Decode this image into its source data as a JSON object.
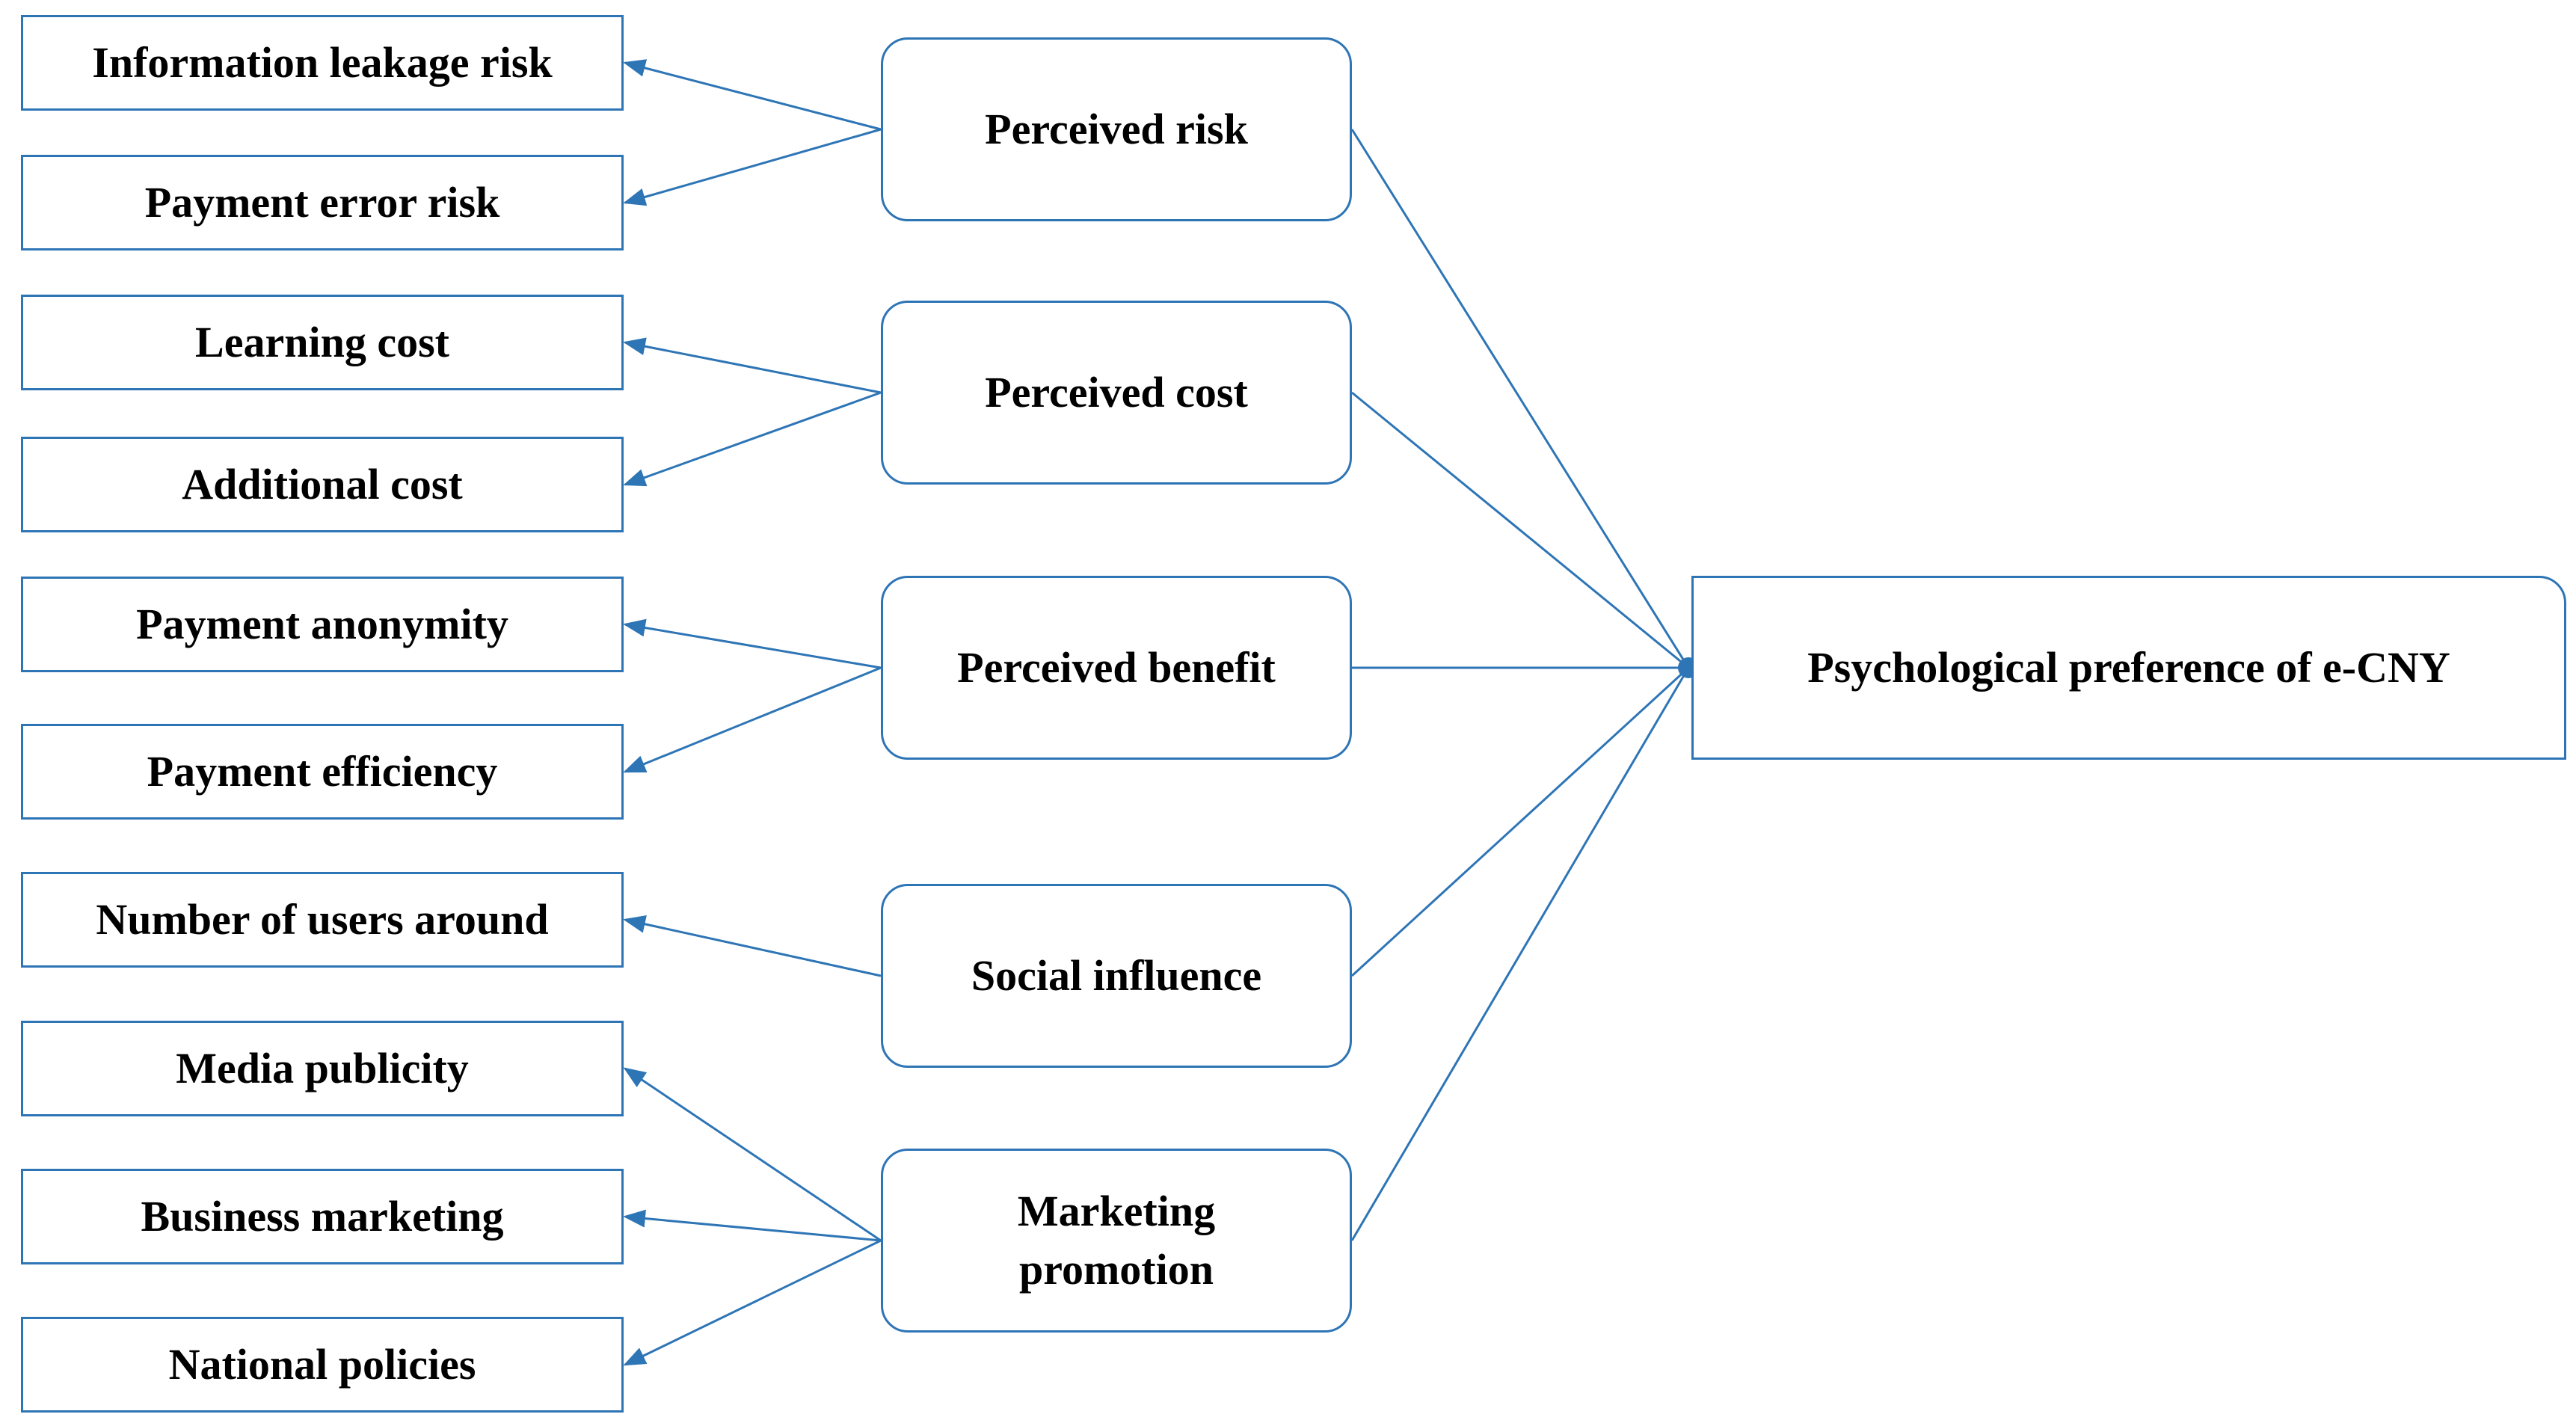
{
  "colors": {
    "line": "#2E75B6",
    "box_border": "#2E75B6",
    "text": "#000000",
    "background": "#ffffff"
  },
  "outcome": {
    "label": "Psychological preference of e-CNY"
  },
  "factors": [
    {
      "label": "Perceived risk",
      "indicators": [
        "Information leakage risk",
        "Payment error risk"
      ]
    },
    {
      "label": "Perceived cost",
      "indicators": [
        "Learning cost",
        "Additional cost"
      ]
    },
    {
      "label": "Perceived benefit",
      "indicators": [
        "Payment anonymity",
        "Payment efficiency"
      ]
    },
    {
      "label": "Social influence",
      "indicators": [
        "Number of users around"
      ]
    },
    {
      "label": "Marketing promotion",
      "indicators": [
        "Media publicity",
        "Business marketing",
        "National policies"
      ]
    }
  ]
}
